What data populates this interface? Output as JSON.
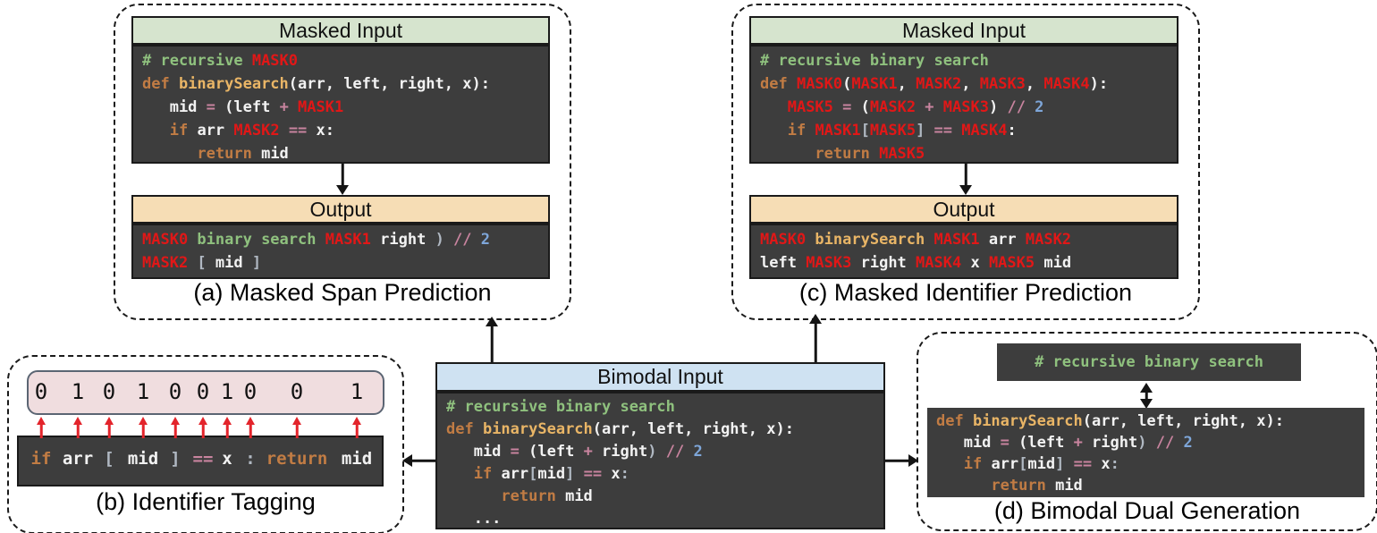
{
  "colors": {
    "code_bg": "#3d3d3d",
    "comment": "#8fc17e",
    "keyword": "#c17c44",
    "func": "#e9b566",
    "plain": "#f2f2f2",
    "operator": "#c9849f",
    "number": "#7ea6d9",
    "mask": "#e11717",
    "bracket": "#b0b8c2",
    "header_green": "#d6e4ce",
    "header_tan": "#f6ddb5",
    "header_blue": "#cfe2f2",
    "tag_fill": "#f0dddf",
    "tag_border": "#5b6573",
    "arrow_red": "#e3242b",
    "arrow_black": "#141414"
  },
  "panel_a": {
    "caption": "(a) Masked Span Prediction",
    "masked_input_header": "Masked Input",
    "output_header": "Output",
    "masked_input_code": [
      [
        {
          "t": "# recursive ",
          "c": "comment"
        },
        {
          "t": "MASK0",
          "c": "mask"
        }
      ],
      [
        {
          "t": "def ",
          "c": "keyword"
        },
        {
          "t": "binarySearch",
          "c": "func"
        },
        {
          "t": "(arr, left, right, x):",
          "c": "plain"
        }
      ],
      [
        {
          "t": "   mid ",
          "c": "plain"
        },
        {
          "t": "= ",
          "c": "operator"
        },
        {
          "t": "(left ",
          "c": "plain"
        },
        {
          "t": "+ ",
          "c": "operator"
        },
        {
          "t": "MASK1",
          "c": "mask"
        }
      ],
      [
        {
          "t": "   ",
          "c": "plain"
        },
        {
          "t": "if ",
          "c": "keyword"
        },
        {
          "t": "arr ",
          "c": "plain"
        },
        {
          "t": "MASK2 ",
          "c": "mask"
        },
        {
          "t": "== ",
          "c": "operator"
        },
        {
          "t": "x",
          "c": "plain"
        },
        {
          "t": ":",
          "c": "plain"
        }
      ],
      [
        {
          "t": "      ",
          "c": "plain"
        },
        {
          "t": "return ",
          "c": "keyword"
        },
        {
          "t": "mid",
          "c": "plain"
        }
      ]
    ],
    "output_code": [
      [
        {
          "t": "MASK0 ",
          "c": "mask"
        },
        {
          "t": "binary search ",
          "c": "comment"
        },
        {
          "t": "MASK1 ",
          "c": "mask"
        },
        {
          "t": "right ",
          "c": "plain"
        },
        {
          "t": ") ",
          "c": "bracket"
        },
        {
          "t": "// ",
          "c": "operator"
        },
        {
          "t": "2",
          "c": "number"
        }
      ],
      [
        {
          "t": "MASK2 ",
          "c": "mask"
        },
        {
          "t": "[ ",
          "c": "bracket"
        },
        {
          "t": "mid ",
          "c": "plain"
        },
        {
          "t": "]",
          "c": "bracket"
        }
      ]
    ]
  },
  "panel_b": {
    "caption": "(b) Identifier Tagging",
    "tags": [
      "0",
      "1",
      "0",
      "1",
      "0",
      "0",
      "1",
      "0",
      "0",
      "1"
    ],
    "tokens": [
      {
        "t": "if",
        "c": "keyword"
      },
      {
        "t": "arr",
        "c": "plain"
      },
      {
        "t": "[",
        "c": "bracket"
      },
      {
        "t": "mid",
        "c": "plain"
      },
      {
        "t": "]",
        "c": "bracket"
      },
      {
        "t": "==",
        "c": "operator"
      },
      {
        "t": "x",
        "c": "plain"
      },
      {
        "t": ":",
        "c": "bracket"
      },
      {
        "t": "return",
        "c": "keyword"
      },
      {
        "t": "mid",
        "c": "plain"
      }
    ]
  },
  "panel_c": {
    "caption": "(c) Masked Identifier Prediction",
    "masked_input_header": "Masked Input",
    "output_header": "Output",
    "masked_input_code": [
      [
        {
          "t": "# recursive binary search",
          "c": "comment"
        }
      ],
      [
        {
          "t": "def ",
          "c": "keyword"
        },
        {
          "t": "MASK0",
          "c": "mask"
        },
        {
          "t": "(",
          "c": "plain"
        },
        {
          "t": "MASK1",
          "c": "mask"
        },
        {
          "t": ", ",
          "c": "plain"
        },
        {
          "t": "MASK2",
          "c": "mask"
        },
        {
          "t": ", ",
          "c": "plain"
        },
        {
          "t": "MASK3",
          "c": "mask"
        },
        {
          "t": ", ",
          "c": "plain"
        },
        {
          "t": "MASK4",
          "c": "mask"
        },
        {
          "t": "):",
          "c": "plain"
        }
      ],
      [
        {
          "t": "   ",
          "c": "plain"
        },
        {
          "t": "MASK5 ",
          "c": "mask"
        },
        {
          "t": "= ",
          "c": "operator"
        },
        {
          "t": "(",
          "c": "plain"
        },
        {
          "t": "MASK2 ",
          "c": "mask"
        },
        {
          "t": "+ ",
          "c": "operator"
        },
        {
          "t": "MASK3",
          "c": "mask"
        },
        {
          "t": ") ",
          "c": "plain"
        },
        {
          "t": "// ",
          "c": "operator"
        },
        {
          "t": "2",
          "c": "number"
        }
      ],
      [
        {
          "t": "   ",
          "c": "plain"
        },
        {
          "t": "if ",
          "c": "keyword"
        },
        {
          "t": "MASK1",
          "c": "mask"
        },
        {
          "t": "[",
          "c": "bracket"
        },
        {
          "t": "MASK5",
          "c": "mask"
        },
        {
          "t": "] ",
          "c": "bracket"
        },
        {
          "t": "== ",
          "c": "operator"
        },
        {
          "t": "MASK4",
          "c": "mask"
        },
        {
          "t": ":",
          "c": "plain"
        }
      ],
      [
        {
          "t": "      ",
          "c": "plain"
        },
        {
          "t": "return ",
          "c": "keyword"
        },
        {
          "t": "MASK5",
          "c": "mask"
        }
      ]
    ],
    "output_code": [
      [
        {
          "t": "MASK0 ",
          "c": "mask"
        },
        {
          "t": "binarySearch ",
          "c": "func"
        },
        {
          "t": "MASK1 ",
          "c": "mask"
        },
        {
          "t": "arr ",
          "c": "plain"
        },
        {
          "t": "MASK2",
          "c": "mask"
        }
      ],
      [
        {
          "t": "left ",
          "c": "plain"
        },
        {
          "t": "MASK3 ",
          "c": "mask"
        },
        {
          "t": "right ",
          "c": "plain"
        },
        {
          "t": "MASK4 ",
          "c": "mask"
        },
        {
          "t": "x ",
          "c": "plain"
        },
        {
          "t": "MASK5 ",
          "c": "mask"
        },
        {
          "t": "mid",
          "c": "plain"
        }
      ]
    ]
  },
  "panel_d": {
    "caption": "(d) Bimodal Dual Generation",
    "comment_code": [
      [
        {
          "t": "# recursive binary search",
          "c": "comment"
        }
      ]
    ],
    "code": [
      [
        {
          "t": "def ",
          "c": "keyword"
        },
        {
          "t": "binarySearch",
          "c": "func"
        },
        {
          "t": "(arr, left, right, x):",
          "c": "plain"
        }
      ],
      [
        {
          "t": "   mid ",
          "c": "plain"
        },
        {
          "t": "= ",
          "c": "operator"
        },
        {
          "t": "(left ",
          "c": "plain"
        },
        {
          "t": "+ ",
          "c": "operator"
        },
        {
          "t": "right",
          "c": "plain"
        },
        {
          "t": ") ",
          "c": "bracket"
        },
        {
          "t": "// ",
          "c": "operator"
        },
        {
          "t": "2",
          "c": "number"
        }
      ],
      [
        {
          "t": "   ",
          "c": "plain"
        },
        {
          "t": "if ",
          "c": "keyword"
        },
        {
          "t": "arr",
          "c": "plain"
        },
        {
          "t": "[",
          "c": "bracket"
        },
        {
          "t": "mid",
          "c": "plain"
        },
        {
          "t": "] ",
          "c": "bracket"
        },
        {
          "t": "== ",
          "c": "operator"
        },
        {
          "t": "x",
          "c": "plain"
        },
        {
          "t": ":",
          "c": "bracket"
        }
      ],
      [
        {
          "t": "      ",
          "c": "plain"
        },
        {
          "t": "return ",
          "c": "keyword"
        },
        {
          "t": "mid",
          "c": "plain"
        }
      ]
    ]
  },
  "center": {
    "header": "Bimodal Input",
    "code": [
      [
        {
          "t": "# recursive binary search",
          "c": "comment"
        }
      ],
      [
        {
          "t": "def ",
          "c": "keyword"
        },
        {
          "t": "binarySearch",
          "c": "func"
        },
        {
          "t": "(arr, left, right, x):",
          "c": "plain"
        }
      ],
      [
        {
          "t": "   mid ",
          "c": "plain"
        },
        {
          "t": "= ",
          "c": "operator"
        },
        {
          "t": "(left ",
          "c": "plain"
        },
        {
          "t": "+ ",
          "c": "operator"
        },
        {
          "t": "right",
          "c": "plain"
        },
        {
          "t": ") ",
          "c": "bracket"
        },
        {
          "t": "// ",
          "c": "operator"
        },
        {
          "t": "2",
          "c": "number"
        }
      ],
      [
        {
          "t": "   ",
          "c": "plain"
        },
        {
          "t": "if ",
          "c": "keyword"
        },
        {
          "t": "arr",
          "c": "plain"
        },
        {
          "t": "[",
          "c": "bracket"
        },
        {
          "t": "mid",
          "c": "plain"
        },
        {
          "t": "] ",
          "c": "bracket"
        },
        {
          "t": "== ",
          "c": "operator"
        },
        {
          "t": "x",
          "c": "plain"
        },
        {
          "t": ":",
          "c": "bracket"
        }
      ],
      [
        {
          "t": "      ",
          "c": "plain"
        },
        {
          "t": "return ",
          "c": "keyword"
        },
        {
          "t": "mid",
          "c": "plain"
        }
      ],
      [
        {
          "t": "   ...",
          "c": "plain"
        }
      ]
    ]
  }
}
